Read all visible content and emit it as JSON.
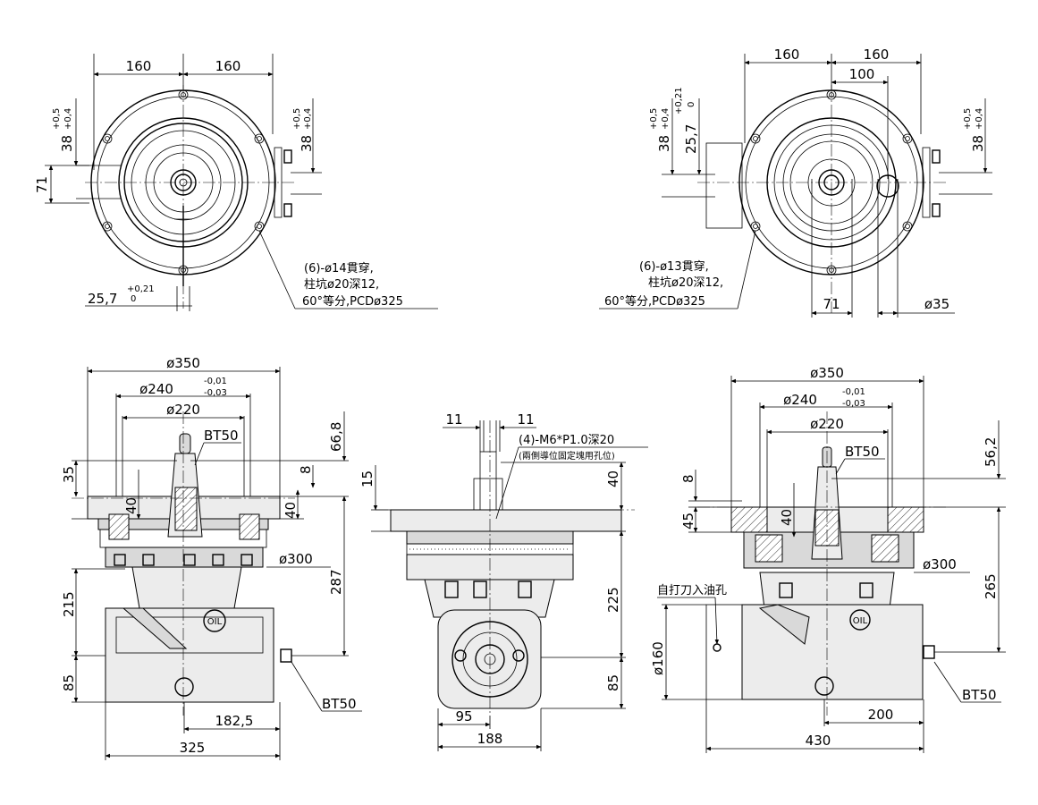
{
  "top_left_view": {
    "dim_width_left": "160",
    "dim_width_right": "160",
    "dim_height_tol_upper": "+0,5",
    "dim_height_tol_lower": "+0,4",
    "dim_height_value_left": "38",
    "dim_height_value_right": "38",
    "dim_offset": "71",
    "dim_bottom_value": "25,7",
    "dim_bottom_tol_upper": "+0,21",
    "dim_bottom_tol_lower": "0",
    "note_line1": "(6)-ø14貫穿,",
    "note_line2": "柱坑ø20深12,",
    "note_line3": "60°等分,PCDø325"
  },
  "top_right_view": {
    "dim_width_left": "160",
    "dim_width_right": "160",
    "dim_inner": "100",
    "dim_height_tol_upper": "+0,5",
    "dim_height_tol_lower": "+0,4",
    "dim_height_value_left": "38",
    "dim_height_value_right": "38",
    "dim_mid_value": "25,7",
    "dim_mid_tol_upper": "+0,21",
    "dim_mid_tol_lower": "0",
    "dim_bottom_71": "71",
    "dim_bottom_dia": "ø35",
    "note_line1": "(6)-ø13貫穿,",
    "note_line2": "柱坑ø20深12,",
    "note_line3": "60°等分,PCDø325"
  },
  "front_left_view": {
    "dia_350": "ø350",
    "dia_240": "ø240",
    "dia_240_tol_upper": "-0,01",
    "dia_240_tol_lower": "-0,03",
    "dia_220": "ø220",
    "label_bt50_top": "BT50",
    "label_bt50_bottom": "BT50",
    "dim_35": "35",
    "dim_66_8": "66,8",
    "dim_8": "8",
    "dim_40_left": "40",
    "dim_40_right": "40",
    "dia_300": "ø300",
    "dim_287": "287",
    "dim_215": "215",
    "dim_85": "85",
    "dim_182_5": "182,5",
    "dim_325": "325",
    "oil_label": "OIL"
  },
  "side_view": {
    "dim_11_left": "11",
    "dim_11_right": "11",
    "note_line1": "(4)-M6*P1.0深20",
    "note_line2": "(兩側導位固定塊用孔位)",
    "dim_15": "15",
    "dim_40": "40",
    "dim_225": "225",
    "dim_85": "85",
    "dim_95": "95",
    "dim_188": "188"
  },
  "front_right_view": {
    "dia_350": "ø350",
    "dia_240": "ø240",
    "dia_240_tol_upper": "-0,01",
    "dia_240_tol_lower": "-0,03",
    "dia_220": "ø220",
    "label_bt50_top": "BT50",
    "label_bt50_bottom": "BT50",
    "dim_56_2": "56,2",
    "dim_8": "8",
    "dim_45": "45",
    "dim_40": "40",
    "dia_300": "ø300",
    "dim_265": "265",
    "note_oil_hole": "自打刀入油孔",
    "dia_160": "ø160",
    "dim_200": "200",
    "dim_430": "430",
    "oil_label": "OIL"
  }
}
